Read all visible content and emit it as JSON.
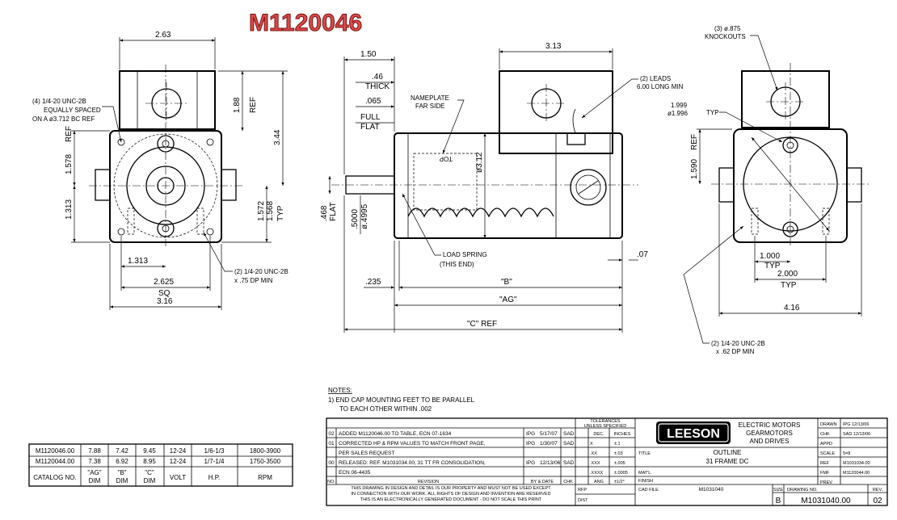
{
  "part_number": "M1120046",
  "end_view": {
    "d_width_top": "2.63",
    "d_1_88": "1.88",
    "d_ref": "REF",
    "d_3_44": "3.44",
    "d_1_578": "1.578",
    "d_1_313_v": "1.313",
    "d_1_572": "1.572",
    "d_1_568": "1.568",
    "d_typ": "TYP",
    "d_1_313_h": "1.313",
    "d_2_625": "2.625",
    "d_sq": "SQ",
    "d_3_16": "3.16",
    "note_holes": [
      "(4) 1/4-20 UNC-2B",
      "EQUALLY SPACED",
      "ON A ø3.712 BC REF"
    ],
    "note_tap": [
      "(2) 1/4-20 UNC-2B",
      "x .75 DP MIN"
    ]
  },
  "side_view": {
    "d_1_50": "1.50",
    "d_46": ".46",
    "d_thick": "THICK",
    "d_065": ".065",
    "d_full": "FULL",
    "d_flat": "FLAT",
    "d_468": ".468",
    "d_flat2": "FLAT",
    "d_5000": ".5000",
    "d_4995": "ø.4995",
    "d_3_12": "ø3.12",
    "d_3_13": "3.13",
    "d_07": ".07",
    "d_235": ".235",
    "d_b": "\"B\"",
    "d_ag": "\"AG\"",
    "d_c": "\"C\" REF",
    "nameplate": [
      "NAMEPLATE",
      "FAR SIDE"
    ],
    "top_mark": "TOP",
    "leads": [
      "(2) LEADS",
      "6.00 LONG MIN"
    ],
    "load_spring": [
      "LOAD SPRING",
      "(THIS END)"
    ]
  },
  "rear_view": {
    "knockouts": [
      "(3) ø.875",
      "KNOCKOUTS"
    ],
    "d_1_999": "1.999",
    "d_1_996": "ø1.996",
    "d_typ": "TYP",
    "d_1_590": "1.590",
    "d_ref": "REF",
    "d_1_000": "1.000",
    "d_typ2": "TYP",
    "d_2_000": "2.000",
    "d_typ3": "TYP",
    "d_4_16": "4.16",
    "note_tap": [
      "(2) 1/4-20 UNC-2B",
      "x .62 DP MIN"
    ]
  },
  "notes": {
    "title": "NOTES:",
    "lines": [
      "1) END CAP MOUNTING FEET TO BE PARALLEL",
      "TO EACH OTHER WITHIN .002"
    ]
  },
  "catalog_table": {
    "rows": [
      [
        "M1120046.00",
        "7.88",
        "7.42",
        "9.45",
        "12-24",
        "1/6-1/3",
        "1800-3900"
      ],
      [
        "M1120044.00",
        "7.38",
        "6.92",
        "8.95",
        "12-24",
        "1/7-1/4",
        "1750-3500"
      ]
    ],
    "headers": [
      [
        "CATALOG NO."
      ],
      [
        "\"AG\"",
        "DIM"
      ],
      [
        "\"B\"",
        "DIM"
      ],
      [
        "\"C\"",
        "DIM"
      ],
      [
        "VOLT"
      ],
      [
        "H.P."
      ],
      [
        "RPM"
      ]
    ]
  },
  "revisions": {
    "rows": [
      {
        "no": "02",
        "text": "ADDED M1120046.00 TO TABLE, ECN 07-1634",
        "by": "IPG",
        "date": "5/17/07",
        "chk": "SAD"
      },
      {
        "no": "01",
        "text": "CORRECTED HP & RPM VALUES TO MATCH FRONT PAGE,",
        "by": "IPG",
        "date": "1/30/07",
        "chk": "SAD"
      },
      {
        "no": "",
        "text": "PER SALES REQUEST",
        "by": "",
        "date": "",
        "chk": ""
      },
      {
        "no": "00",
        "text": "RELEASED: REF. M1031034.00, 31 TT FR CONSOLIDATION,",
        "by": "IPG",
        "date": "12/13/06",
        "chk": "SAD"
      },
      {
        "no": "",
        "text": "ECN 06-4435",
        "by": "",
        "date": "",
        "chk": ""
      }
    ],
    "header_no": "NO.",
    "header_revision": "REVISION",
    "header_by_date": "BY & DATE",
    "header_chk": "CHK"
  },
  "tolerances": {
    "header": [
      "TOLERANCES",
      "UNLESS SPECIFIED"
    ],
    "dec": "DEC.",
    "inches": "INCHES",
    "rows": [
      [
        "X",
        "±.1"
      ],
      [
        ".XX",
        "±.03"
      ],
      [
        ".XXX",
        "±.005"
      ],
      [
        ".XXXX",
        "±.0005"
      ]
    ],
    "ang": "ANG",
    "ang_val": "±1/2°"
  },
  "title_block": {
    "brand": "LEESON",
    "company": [
      "ELECTRIC MOTORS",
      "GEARMOTORS",
      "AND DRIVES"
    ],
    "title_label": "TITLE",
    "title": [
      "OUTLINE",
      "31 FRAME DC"
    ],
    "matl": "MAT'L.",
    "finish": "FINISH",
    "cad_file_label": "CAD FILE",
    "cad_file": "M1031040",
    "rfp": "RFP",
    "dist": "DIST",
    "disclaimer": [
      "THIS DRAWING IN DESIGN AND DETAIL IS OUR PROPERTY AND MUST NOT BE USED EXCEPT",
      "IN CONNECTION WITH OUR WORK. ALL RIGHTS OF DESIGN AND INVENTION ARE RESERVED",
      "THIS IS AN ELECTRONICALLY GENERATED DOCUMENT - DO NOT SCALE THIS PRINT"
    ],
    "size_label": "SIZE",
    "size": "B",
    "drawing_no_label": "DRAWING NO.",
    "drawing_no": "M1031040.00",
    "rev_label": "REV.",
    "rev": "02",
    "right": [
      {
        "label": "DRAWN",
        "value": "IPG 12/13/06"
      },
      {
        "label": "CHK",
        "value": "SAD 12/13/06"
      },
      {
        "label": "APPD",
        "value": ""
      },
      {
        "label": "SCALE",
        "value": "5=8"
      },
      {
        "label": "REF",
        "value": "M1031034.00"
      },
      {
        "label": "FMF",
        "value": "M1120044.00"
      },
      {
        "label": "PREV",
        "value": ""
      }
    ]
  }
}
